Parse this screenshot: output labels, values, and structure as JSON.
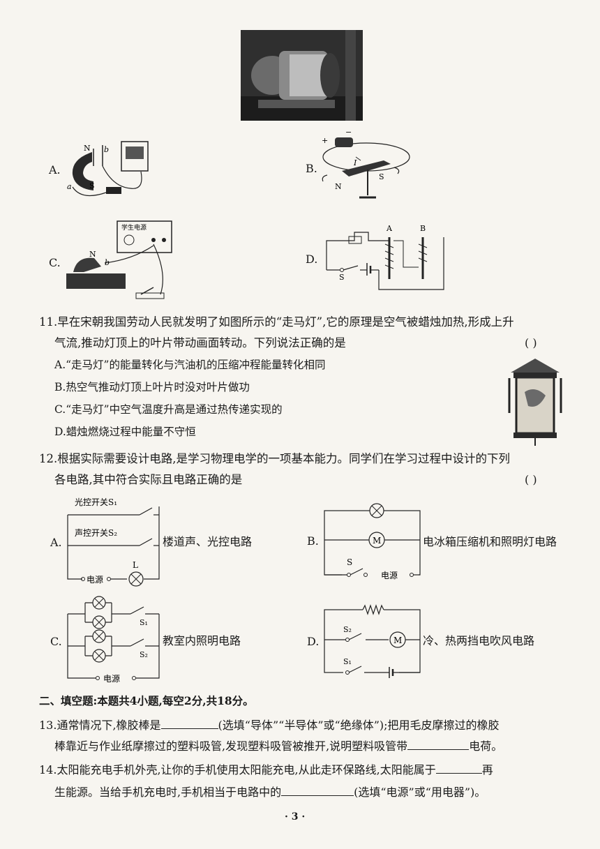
{
  "q10": {
    "options": {
      "A": {
        "label": "A.",
        "parts": [
          "N",
          "b",
          "a",
          "S"
        ]
      },
      "B": {
        "label": "B.",
        "parts": [
          "+",
          "−",
          "I",
          "N",
          "S"
        ]
      },
      "C": {
        "label": "C.",
        "parts": [
          "学生电源",
          "N",
          "b"
        ]
      },
      "D": {
        "label": "D.",
        "parts": [
          "A",
          "B",
          "S"
        ]
      }
    }
  },
  "q11": {
    "stem_line1": "11.早在宋朝我国劳动人民就发明了如图所示的“走马灯”,它的原理是空气被蜡烛加热,形成上升",
    "stem_line2": "气流,推动灯顶上的叶片带动画面转动。下列说法正确的是",
    "paren": "(      )",
    "options": [
      "A.“走马灯”的能量转化与汽油机的压缩冲程能量转化相同",
      "B.热空气推动灯顶上叶片时没对叶片做功",
      "C.“走马灯”中空气温度升高是通过热传递实现的",
      "D.蜡烛燃烧过程中能量不守恒"
    ]
  },
  "q12": {
    "stem_line1": "12.根据实际需要设计电路,是学习物理电学的一项基本能力。同学们在学习过程中设计的下列",
    "stem_line2": "各电路,其中符合实际且电路正确的是",
    "paren": "(      )",
    "A": {
      "label": "A.",
      "s1": "光控开关S₁",
      "s2": "声控开关S₂",
      "power": "电源",
      "lamp": "L",
      "caption": "楼道声、光控电路"
    },
    "B": {
      "label": "B.",
      "switch": "S",
      "power": "电源",
      "motor": "M",
      "caption": "电冰箱压缩机和照明灯电路"
    },
    "C": {
      "label": "C.",
      "s1": "S₁",
      "s2": "S₂",
      "power": "电源",
      "caption": "教室内照明电路"
    },
    "D": {
      "label": "D.",
      "s2": "S₂",
      "s1": "S₁",
      "motor": "M",
      "caption": "冷、热两挡电吹风电路"
    }
  },
  "section2": {
    "title": "二、填空题:本题共4小题,每空2分,共18分。"
  },
  "q13": {
    "a": "13.通常情况下,橡胶棒是",
    "b": "(选填“导体”“半导体”或“绝缘体”);把用毛皮摩擦过的橡胶",
    "c": "棒靠近与作业纸摩擦过的塑料吸管,发现塑料吸管被推开,说明塑料吸管带",
    "d": "电荷。"
  },
  "q14": {
    "a": "14.太阳能充电手机外壳,让你的手机使用太阳能充电,从此走环保路线,太阳能属于",
    "b": "再",
    "c": "生能源。当给手机充电时,手机相当于电路中的",
    "d": "(选填“电源”或“用电器”)。"
  },
  "footer": {
    "page": "· 3 ·"
  }
}
